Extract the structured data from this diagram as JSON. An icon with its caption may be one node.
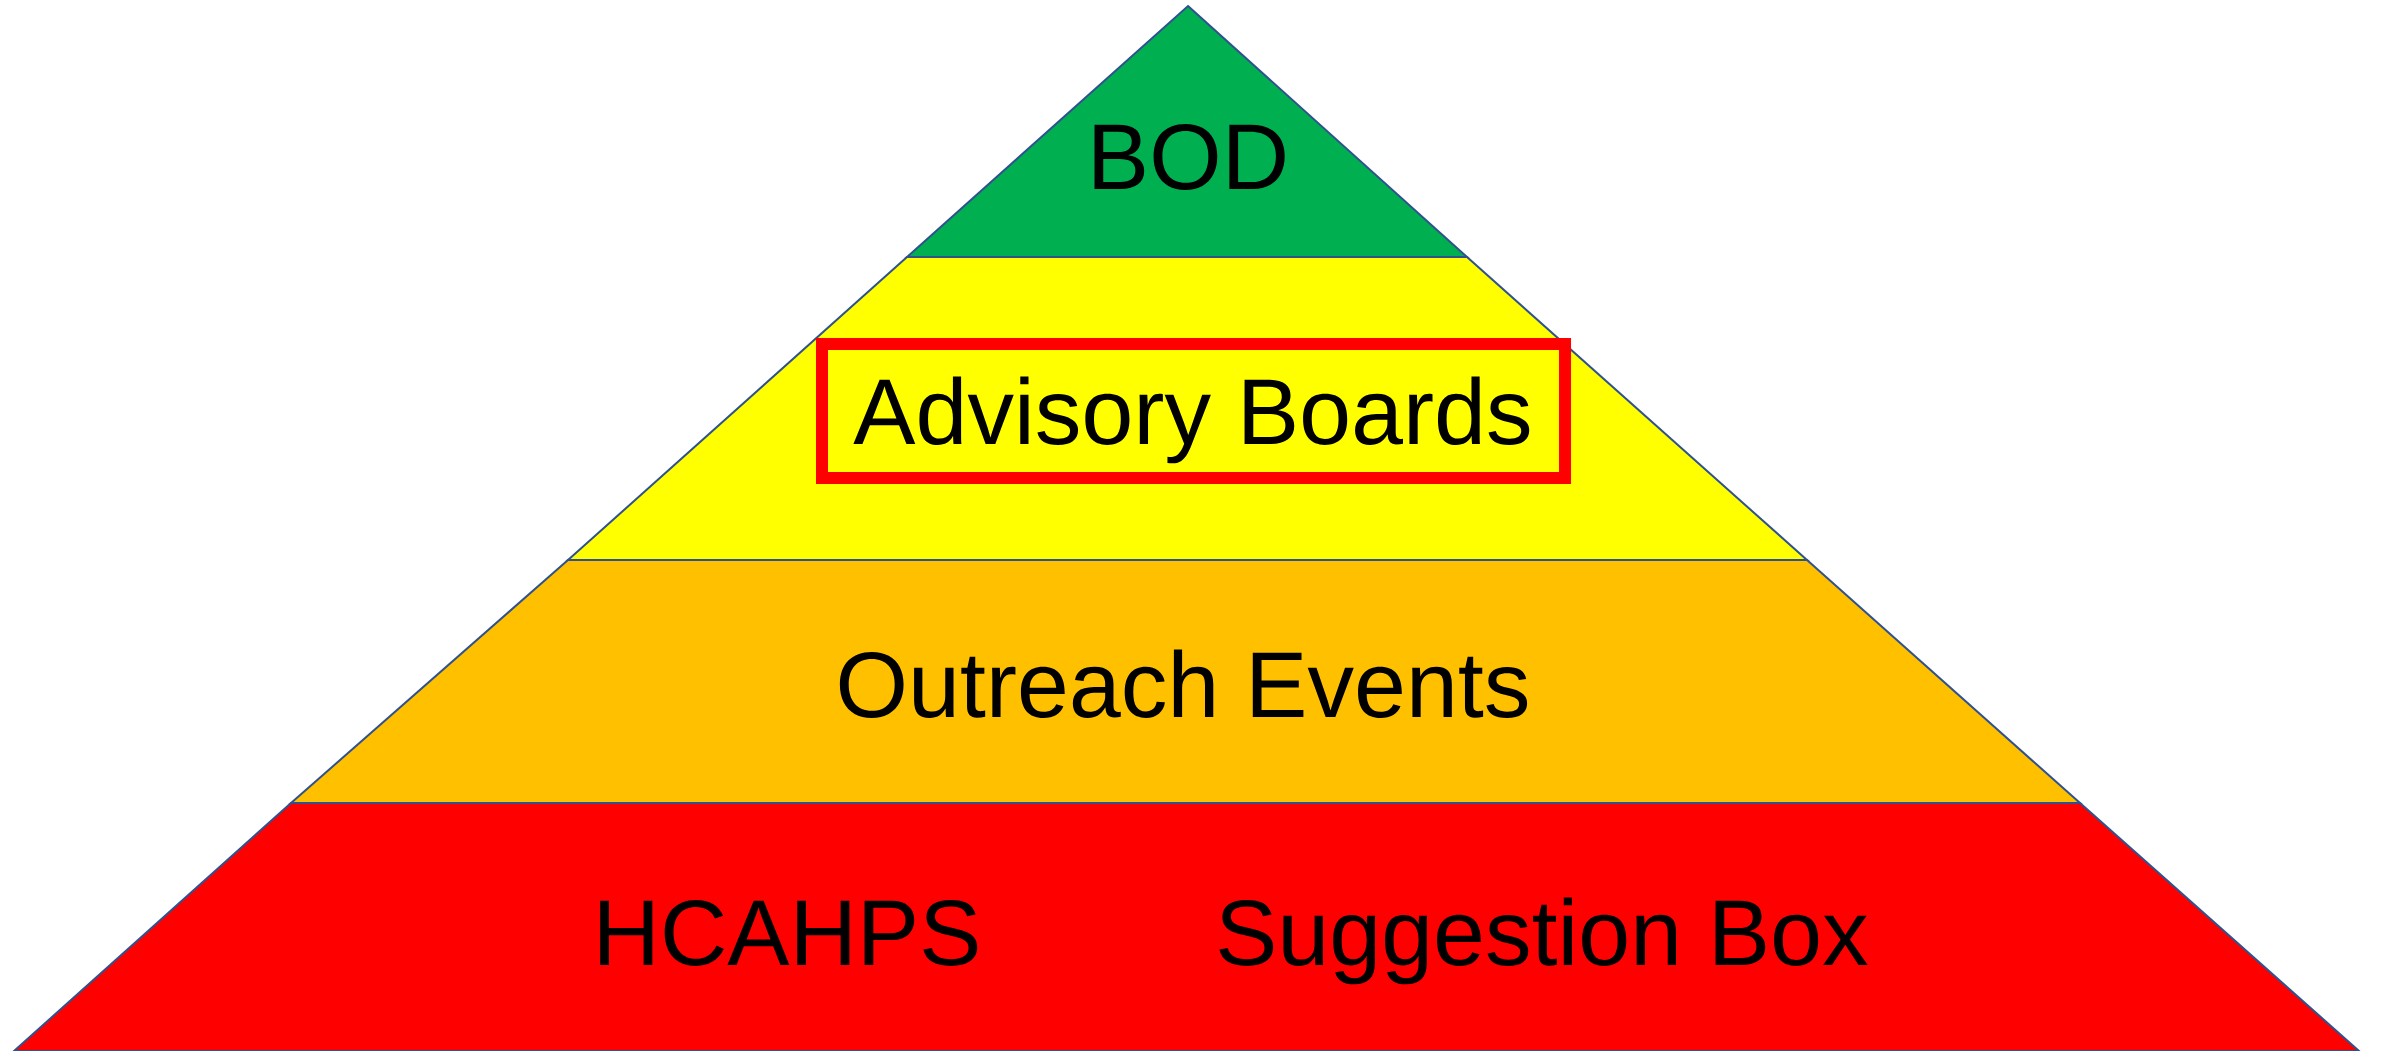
{
  "diagram": {
    "nodes": [
      {
        "text": [
          "BOD"
        ]
      },
      {
        "text": [
          "Advisory Boards"
        ]
      },
      {
        "text": [
          "Outreach Events"
        ]
      },
      {
        "text": [
          "HCAHPS",
          "Suggestion Box"
        ]
      }
    ]
  }
}
